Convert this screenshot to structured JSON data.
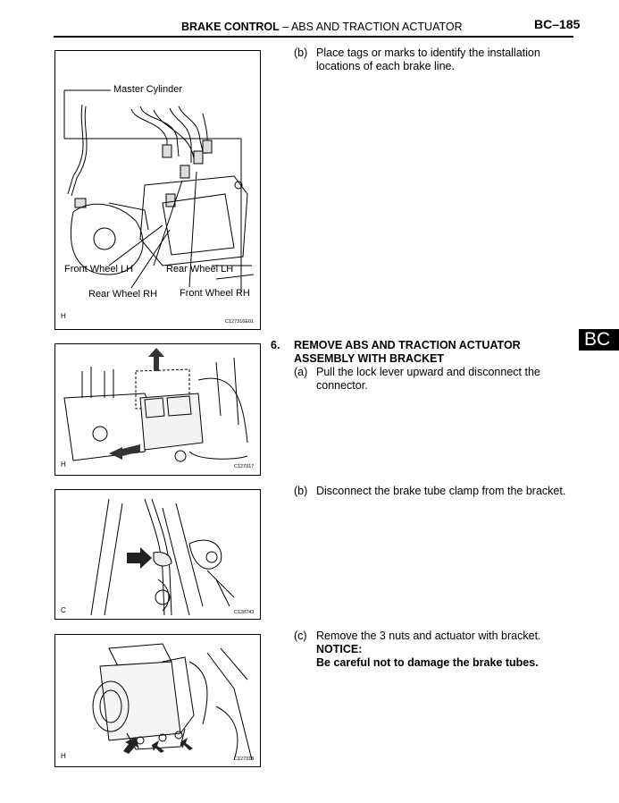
{
  "header": {
    "section": "BRAKE CONTROL",
    "dash": "–",
    "subject": "ABS AND TRACTION ACTUATOR",
    "page_number": "BC–185"
  },
  "side_tab": "BC",
  "figures": [
    {
      "letter": "H",
      "code": "C127316E01",
      "callouts": {
        "master": "Master Cylinder",
        "front_lh": "Front Wheel LH",
        "rear_lh": "Rear Wheel LH",
        "rear_rh": "Rear Wheel RH",
        "front_rh": "Front Wheel RH"
      }
    },
    {
      "letter": "H",
      "code": "C127317"
    },
    {
      "letter": "C",
      "code": "C128743"
    },
    {
      "letter": "H",
      "code": "C127318"
    }
  ],
  "steps": {
    "s5b": {
      "label": "(b)",
      "line1": "Place tags or marks to identify the installation",
      "line2": "locations of each brake line."
    },
    "s6": {
      "number": "6.",
      "title1": "REMOVE ABS AND TRACTION ACTUATOR",
      "title2": "ASSEMBLY WITH BRACKET"
    },
    "s6a": {
      "label": "(a)",
      "line1": "Pull the lock lever upward and disconnect the",
      "line2": "connector."
    },
    "s6b": {
      "label": "(b)",
      "line1": "Disconnect the brake tube clamp from the bracket."
    },
    "s6c": {
      "label": "(c)",
      "line1": "Remove the 3 nuts and actuator with bracket.",
      "notice": "NOTICE:",
      "notice_text": "Be careful not to damage the brake tubes."
    }
  }
}
